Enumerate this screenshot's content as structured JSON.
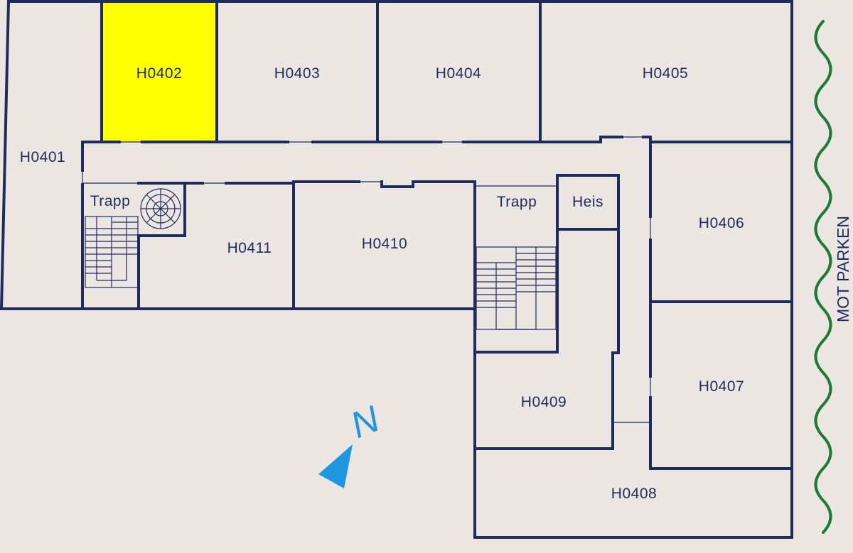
{
  "floor_plan": {
    "highlight_color": "#ffff00",
    "wall_color": "#1f2b5c",
    "background_color": "#ece6e2",
    "rooms": {
      "h0401": {
        "label": "H0401",
        "highlighted": false
      },
      "h0402": {
        "label": "H0402",
        "highlighted": true
      },
      "h0403": {
        "label": "H0403",
        "highlighted": false
      },
      "h0404": {
        "label": "H0404",
        "highlighted": false
      },
      "h0405": {
        "label": "H0405",
        "highlighted": false
      },
      "h0406": {
        "label": "H0406",
        "highlighted": false
      },
      "h0407": {
        "label": "H0407",
        "highlighted": false
      },
      "h0408": {
        "label": "H0408",
        "highlighted": false
      },
      "h0409": {
        "label": "H0409",
        "highlighted": false
      },
      "h0410": {
        "label": "H0410",
        "highlighted": false
      },
      "h0411": {
        "label": "H0411",
        "highlighted": false
      }
    },
    "stairs_west": {
      "label": "Trapp"
    },
    "stairs_east": {
      "label": "Trapp"
    },
    "elevator": {
      "label": "Heis"
    }
  },
  "compass": {
    "label": "N",
    "color": "#1e96e0"
  },
  "park": {
    "label": "MOT PARKEN",
    "line_color": "#1e7a35"
  }
}
